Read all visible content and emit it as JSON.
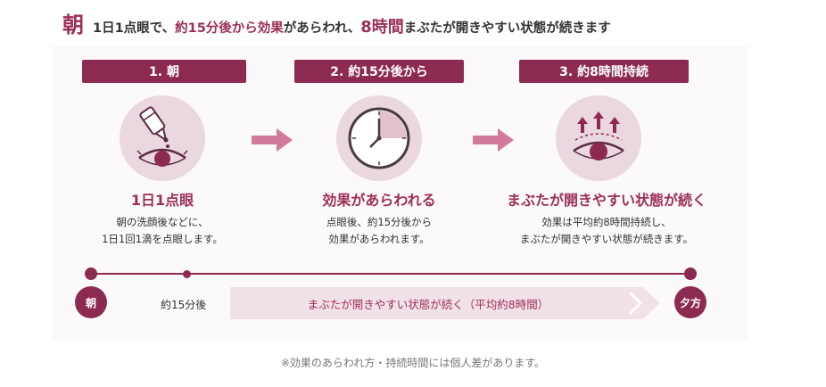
{
  "header": {
    "asa": "朝",
    "part1": "1日1点眼で、",
    "part2": "約15分後から効果",
    "part3": "があらわれ、",
    "part4": "8時間",
    "part5": "まぶたが開きやすい状態が続きます"
  },
  "steps": [
    {
      "label": "1. 朝",
      "title": "1日1点眼",
      "desc1": "朝の洗顔後などに、",
      "desc2": "1日1回1滴を点眼します。",
      "icon": "eye-drop-icon"
    },
    {
      "label": "2. 約15分後から",
      "title": "効果があらわれる",
      "desc1": "点眼後、約15分後から",
      "desc2": "効果があらわれます。",
      "icon": "clock-icon"
    },
    {
      "label": "3. 約8時間持続",
      "title": "まぶたが開きやすい状態が続く",
      "desc1": "効果は平均約8時間持続し、",
      "desc2": "まぶたが開きやすい状態が続きます。",
      "icon": "eye-lift-icon"
    }
  ],
  "timeline": {
    "start": "朝",
    "mid": "約15分後",
    "band": "まぶたが開きやすい状態が続く（平均約8時間）",
    "end": "夕方"
  },
  "note": "※効果のあらわれ方・持続時間には個人差があります。",
  "colors": {
    "accent": "#8d2a52",
    "accent_text": "#9c2f58",
    "light": "#ead7df",
    "arrow": "#d27a9c"
  }
}
